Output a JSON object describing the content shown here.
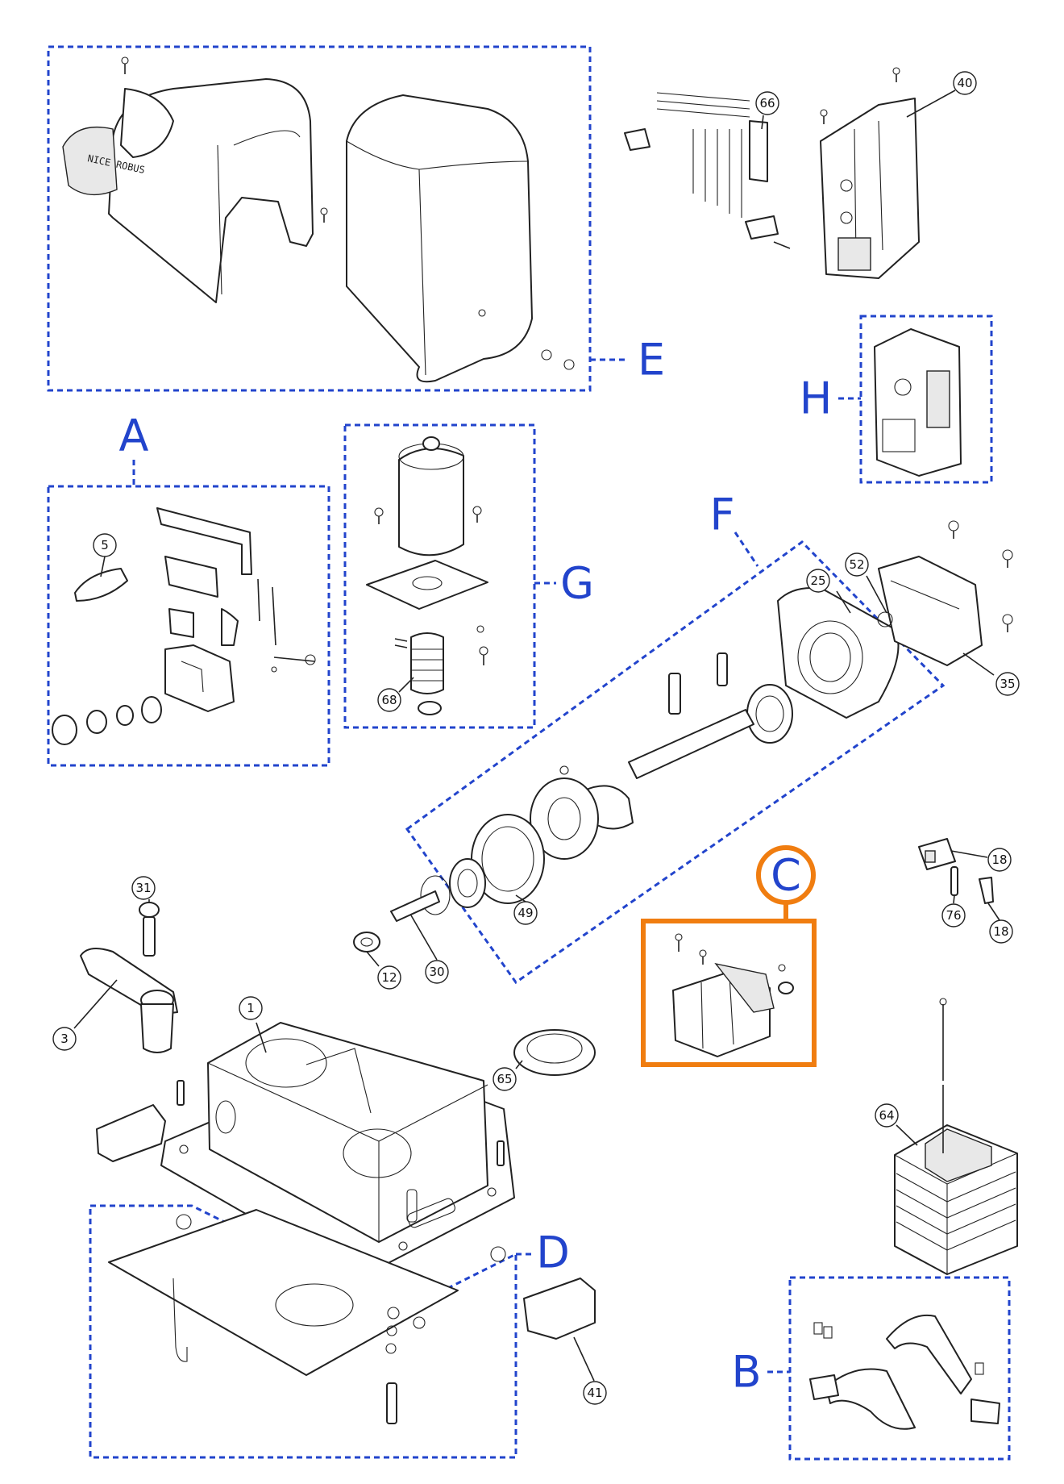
{
  "brand": {
    "cover_text": "NICE ROBUS"
  },
  "colors": {
    "group_outline": "#2244cc",
    "highlight": "#f07d10",
    "line": "#222222"
  },
  "groups": [
    {
      "id": "A",
      "label": "A",
      "color": "#2244cc"
    },
    {
      "id": "B",
      "label": "B",
      "color": "#2244cc"
    },
    {
      "id": "C",
      "label": "C",
      "color": "#f07d10"
    },
    {
      "id": "D",
      "label": "D",
      "color": "#2244cc"
    },
    {
      "id": "E",
      "label": "E",
      "color": "#2244cc"
    },
    {
      "id": "F",
      "label": "F",
      "color": "#2244cc"
    },
    {
      "id": "G",
      "label": "G",
      "color": "#2244cc"
    },
    {
      "id": "H",
      "label": "H",
      "color": "#2244cc"
    }
  ],
  "callouts": [
    "1",
    "3",
    "5",
    "12",
    "18",
    "18",
    "25",
    "30",
    "31",
    "35",
    "40",
    "41",
    "49",
    "52",
    "64",
    "65",
    "66",
    "68",
    "76"
  ]
}
